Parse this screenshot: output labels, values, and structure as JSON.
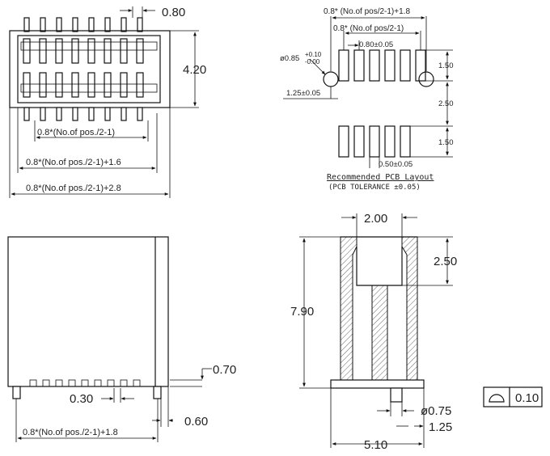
{
  "top_view": {
    "pitch": "0.80",
    "height": "4.20",
    "dim_inner": "0.8*(No.of pos./2-1)",
    "dim_mid": "0.8*(No.of pos./2-1)+1.6",
    "dim_outer": "0.8*(No.of pos./2-1)+2.8"
  },
  "pcb_layout": {
    "dim_total": "0.8* (No.of pos/2-1)+1.8",
    "dim_inner": "0.8* (No.of pos/2-1)",
    "pad_pitch": "0.80±0.05",
    "hole_dia_main": "ø0.85",
    "hole_tol_plus": "+0.10",
    "hole_tol_minus": "-0.00",
    "hole_offset": "1.25±0.05",
    "pad_len_top": "1.50",
    "row_spacing": "2.50",
    "pad_len_bottom": "1.50",
    "pad_width": "0.50±0.05",
    "title": "Recommended PCB Layout",
    "subtitle": "(PCB TOLERANCE ±0.05)"
  },
  "front_view": {
    "lead_height": "0.70",
    "lead_width": "0.30",
    "lead_offset": "0.60",
    "dim_width": "0.8*(No.of pos./2-1)+1.8"
  },
  "side_view": {
    "top_width": "2.00",
    "depth": "2.50",
    "height": "7.90",
    "peg_dia": "ø0.75",
    "peg_offset": "1.25",
    "base_width": "5.10",
    "flatness_value": "0.10"
  }
}
